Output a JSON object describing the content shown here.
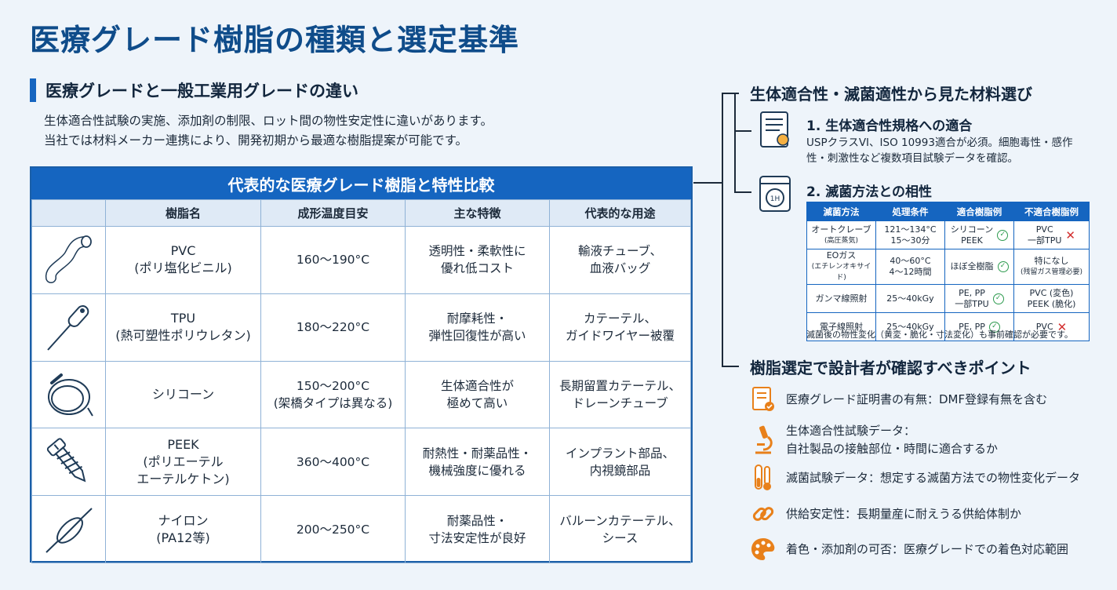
{
  "page": {
    "title": "医療グレード樹脂の種類と選定基準"
  },
  "left": {
    "section_title": "医療グレードと一般工業用グレードの違い",
    "intro_line1": "生体適合性試験の実施、添加剤の制限、ロット間の物性安定性に違いがあります。",
    "intro_line2": "当社では材料メーカー連携により、開発初期から最適な樹脂提案が可能です。",
    "table": {
      "caption": "代表的な医療グレード樹脂と特性比較",
      "headers": [
        "",
        "樹脂名",
        "成形温度目安",
        "主な特徴",
        "代表的な用途"
      ],
      "rows": [
        {
          "icon": "tube-icon",
          "name1": "PVC",
          "name2": "(ポリ塩化ビニル)",
          "name3": "",
          "temp1": "160〜190°C",
          "temp2": "",
          "feat1": "透明性・柔軟性に",
          "feat2": "優れ低コスト",
          "use1": "輸液チューブ、",
          "use2": "血液バッグ"
        },
        {
          "icon": "catheter-icon",
          "name1": "TPU",
          "name2": "(熱可塑性ポリウレタン)",
          "name3": "",
          "temp1": "180〜220°C",
          "temp2": "",
          "feat1": "耐摩耗性・",
          "feat2": "弾性回復性が高い",
          "use1": "カテーテル、",
          "use2": "ガイドワイヤー被覆"
        },
        {
          "icon": "coiled-tube-icon",
          "name1": "シリコーン",
          "name2": "",
          "name3": "",
          "temp1": "150〜200°C",
          "temp2": "(架橋タイプは異なる)",
          "feat1": "生体適合性が",
          "feat2": "極めて高い",
          "use1": "長期留置カテーテル、",
          "use2": "ドレーンチューブ"
        },
        {
          "icon": "screw-icon",
          "name1": "PEEK",
          "name2": "(ポリエーテル",
          "name3": "エーテルケトン)",
          "temp1": "360〜400°C",
          "temp2": "",
          "feat1": "耐熱性・耐薬品性・",
          "feat2": "機械強度に優れる",
          "use1": "インプラント部品、",
          "use2": "内視鏡部品"
        },
        {
          "icon": "balloon-catheter-icon",
          "name1": "ナイロン",
          "name2": "(PA12等)",
          "name3": "",
          "temp1": "200〜250°C",
          "temp2": "",
          "feat1": "耐薬品性・",
          "feat2": "寸法安定性が良好",
          "use1": "バルーンカテーテル、",
          "use2": "シース"
        }
      ]
    }
  },
  "right": {
    "heading1": "生体適合性・滅菌適性から見た材料選び",
    "sub1_title": "1. 生体適合性規格への適合",
    "sub1_line1": "USPクラスVI、ISO 10993適合が必須。細胞毒性・感作",
    "sub1_line2": "性・刺激性など複数項目試験データを確認。",
    "sub2_title": "2. 滅菌方法との相性",
    "sterile_headers": [
      "滅菌方法",
      "処理条件",
      "適合樹脂例",
      "不適合樹脂例"
    ],
    "sterile_rows": [
      {
        "method": "オートクレーブ",
        "method_sub": "(高圧蒸気)",
        "cond1": "121〜134°C",
        "cond2": "15〜30分",
        "ok1": "シリコーン",
        "ok2": "PEEK",
        "ng1": "PVC",
        "ng2": "一部TPU",
        "ng_mark": true
      },
      {
        "method": "EOガス",
        "method_sub": "(エチレンオキサイド)",
        "cond1": "40〜60°C",
        "cond2": "4〜12時間",
        "ok1": "ほぼ全樹脂",
        "ok2": "",
        "ng1": "特になし",
        "ng2": "(残留ガス管理必要)",
        "ng_mark": false
      },
      {
        "method": "ガンマ線照射",
        "method_sub": "",
        "cond1": "25〜40kGy",
        "cond2": "",
        "ok1": "PE, PP",
        "ok2": "一部TPU",
        "ng1": "PVC (変色)",
        "ng2": "PEEK (脆化)",
        "ng_mark": false
      },
      {
        "method": "電子線照射",
        "method_sub": "",
        "cond1": "25〜40kGy",
        "cond2": "",
        "ok1": "PE, PP",
        "ok2": "",
        "ng1": "PVC",
        "ng2": "",
        "ng_mark": true
      }
    ],
    "sterile_note": "滅菌後の物性変化（黄変・脆化・寸法変化）も事前確認が必要です。",
    "heading2": "樹脂選定で設計者が確認すべきポイント",
    "points": [
      {
        "icon": "certificate-icon",
        "line1": "医療グレード証明書の有無：DMF登録有無を含む",
        "line2": ""
      },
      {
        "icon": "microscope-icon",
        "line1": "生体適合性試験データ：",
        "line2": "自社製品の接触部位・時間に適合するか"
      },
      {
        "icon": "test-tube-icon",
        "line1": "滅菌試験データ：想定する滅菌方法での物性変化データ",
        "line2": ""
      },
      {
        "icon": "chain-link-icon",
        "line1": "供給安定性：長期量産に耐えうる供給体制か",
        "line2": ""
      },
      {
        "icon": "palette-icon",
        "line1": "着色・添加剤の可否：医療グレードでの着色対応範囲",
        "line2": ""
      }
    ]
  },
  "colors": {
    "primary": "#1565c0",
    "title": "#0f4c8a",
    "accent_orange": "#e8801a",
    "ok_green": "#2e9b4f",
    "ng_red": "#d32f2f"
  }
}
